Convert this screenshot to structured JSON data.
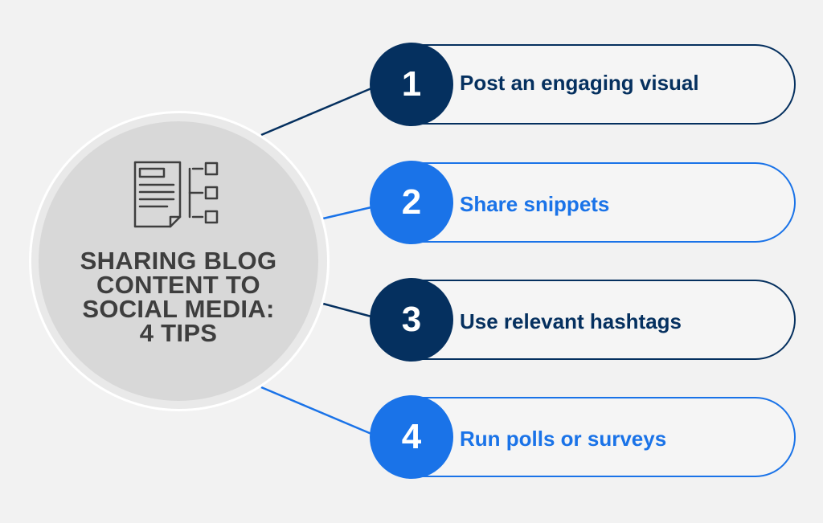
{
  "colors": {
    "dark": "#05305f",
    "bright": "#1a73e8",
    "hub_text": "#3e3e3e",
    "background": "#f2f2f2"
  },
  "hub": {
    "icon": "blog-post-outline-icon",
    "title_lines": [
      "SHARING BLOG",
      "CONTENT TO",
      "SOCIAL MEDIA:",
      "4 TIPS"
    ]
  },
  "tips": [
    {
      "number": "1",
      "label": "Post an engaging visual",
      "color": "dark"
    },
    {
      "number": "2",
      "label": "Share snippets",
      "color": "bright"
    },
    {
      "number": "3",
      "label": "Use relevant hashtags",
      "color": "dark"
    },
    {
      "number": "4",
      "label": "Run polls or surveys",
      "color": "bright"
    }
  ]
}
